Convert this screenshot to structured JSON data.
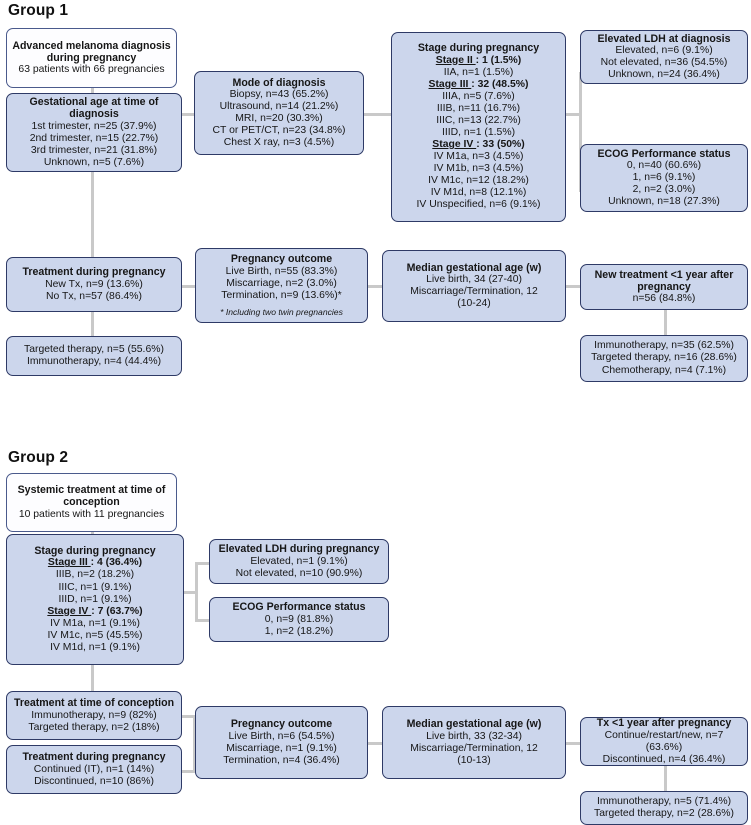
{
  "groups": [
    {
      "title": "Group 1",
      "boxes": {
        "entry": {
          "lines": [
            "Advanced melanoma diagnosis",
            "during pregnancy",
            "63 patients with 66 pregnancies"
          ]
        },
        "gestational_age": {
          "header": "Gestational age at time of diagnosis",
          "lines": [
            "1st trimester, n=25 (37.9%)",
            "2nd trimester, n=15 (22.7%)",
            "3rd trimester, n=21 (31.8%)",
            "Unknown, n=5 (7.6%)"
          ]
        },
        "mode_of_diagnosis": {
          "header": "Mode of diagnosis",
          "lines": [
            "Biopsy, n=43 (65.2%)",
            "Ultrasound, n=14 (21.2%)",
            "MRI, n=20 (30.3%)",
            "CT or PET/CT, n=23 (34.8%)",
            "Chest X ray, n=3 (4.5%)"
          ]
        },
        "stage_during_pregnancy": {
          "header": "Stage during pregnancy",
          "lines": [
            "Stage II : 1 (1.5%)",
            "IIA, n=1 (1.5%)",
            "Stage III : 32 (48.5%)",
            "IIIA, n=5 (7.6%)",
            "IIIB, n=11 (16.7%)",
            "IIIC, n=13 (22.7%)",
            "IIID, n=1 (1.5%)",
            "Stage IV : 33 (50%)",
            "IV M1a, n=3 (4.5%)",
            "IV M1b, n=3 (4.5%)",
            "IV M1c, n=12 (18.2%)",
            "IV M1d, n=8 (12.1%)",
            "IV Unspecified, n=6 (9.1%)"
          ],
          "bold_lines": [
            0,
            2,
            7
          ],
          "underline_parts": [
            "Stage II ",
            "Stage III ",
            "Stage IV "
          ]
        },
        "ldh": {
          "header": "Elevated LDH at diagnosis",
          "lines": [
            "Elevated, n=6 (9.1%)",
            "Not elevated, n=36 (54.5%)",
            "Unknown, n=24 (36.4%)"
          ]
        },
        "ecog": {
          "header": "ECOG Performance status",
          "lines": [
            "0, n=40 (60.6%)",
            "1, n=6 (9.1%)",
            "2, n=2 (3.0%)",
            "Unknown, n=18 (27.3%)"
          ]
        },
        "treatment_during_pregnancy": {
          "header": "Treatment during pregnancy",
          "lines": [
            "New Tx, n=9 (13.6%)",
            "No Tx, n=57 (86.4%)"
          ]
        },
        "treatment_types": {
          "header": "",
          "lines": [
            "Targeted therapy, n=5 (55.6%)",
            "Immunotherapy, n=4 (44.4%)"
          ]
        },
        "pregnancy_outcome": {
          "header": "Pregnancy outcome",
          "lines": [
            "Live Birth, n=55 (83.3%)",
            "Miscarriage, n=2 (3.0%)",
            "Termination, n=9 (13.6%)*"
          ],
          "note": "* Including two twin pregnancies"
        },
        "median_gestational_age": {
          "header": "Median gestational age (w)",
          "lines": [
            "Live birth, 34 (27-40)",
            "Miscarriage/Termination, 12",
            "(10-24)"
          ]
        },
        "new_treatment": {
          "header": "New treatment <1 year after pregnancy",
          "lines": [
            "n=56 (84.8%)"
          ]
        },
        "new_treatment_types": {
          "header": "",
          "lines": [
            "Immunotherapy, n=35 (62.5%)",
            "Targeted therapy, n=16 (28.6%)",
            "Chemotherapy, n=4 (7.1%)"
          ]
        }
      }
    },
    {
      "title": "Group 2",
      "boxes": {
        "entry": {
          "lines": [
            "Systemic treatment at time of",
            "conception",
            "10 patients with 11 pregnancies"
          ]
        },
        "stage_during_pregnancy": {
          "header": "Stage during pregnancy",
          "lines": [
            "Stage III : 4 (36.4%)",
            "IIIB, n=2 (18.2%)",
            "IIIC, n=1 (9.1%)",
            "IIID, n=1 (9.1%)",
            "Stage IV : 7 (63.7%)",
            "IV M1a, n=1 (9.1%)",
            "IV M1c, n=5 (45.5%)",
            "IV M1d, n=1 (9.1%)"
          ],
          "bold_lines": [
            0,
            4
          ],
          "underline_parts": [
            "Stage III ",
            "Stage IV "
          ]
        },
        "ldh": {
          "header": "Elevated LDH during pregnancy",
          "lines": [
            "Elevated, n=1 (9.1%)",
            "Not elevated, n=10 (90.9%)"
          ]
        },
        "ecog": {
          "header": "ECOG Performance status",
          "lines": [
            "0, n=9 (81.8%)",
            "1, n=2 (18.2%)"
          ]
        },
        "treatment_at_conception": {
          "header": "Treatment at time of conception",
          "lines": [
            "Immunotherapy, n=9 (82%)",
            "Targeted therapy, n=2 (18%)"
          ]
        },
        "treatment_during_pregnancy": {
          "header": "Treatment during pregnancy",
          "lines": [
            "Continued (IT), n=1 (14%)",
            "Discontinued, n=10 (86%)"
          ]
        },
        "pregnancy_outcome": {
          "header": "Pregnancy outcome",
          "lines": [
            "Live Birth, n=6 (54.5%)",
            "Miscarriage, n=1 (9.1%)",
            "Termination, n=4 (36.4%)"
          ]
        },
        "median_gestational_age": {
          "header": "Median gestational age (w)",
          "lines": [
            "Live birth, 33 (32-34)",
            "Miscarriage/Termination, 12",
            "(10-13)"
          ]
        },
        "tx_after_pregnancy": {
          "header": "Tx <1 year after pregnancy",
          "lines": [
            "Continue/restart/new, n=7 (63.6%)",
            "Discontinued, n=4 (36.4%)"
          ]
        },
        "tx_after_types": {
          "header": "",
          "lines": [
            "Immunotherapy, n=5 (71.4%)",
            "Targeted therapy, n=2 (28.6%)"
          ]
        }
      }
    }
  ],
  "colors": {
    "box_fill": "#ccd6ec",
    "box_fill_white": "#fdfdff",
    "box_border": "#2e3a66",
    "connector": "#c9c9c9",
    "text": "#161616"
  }
}
